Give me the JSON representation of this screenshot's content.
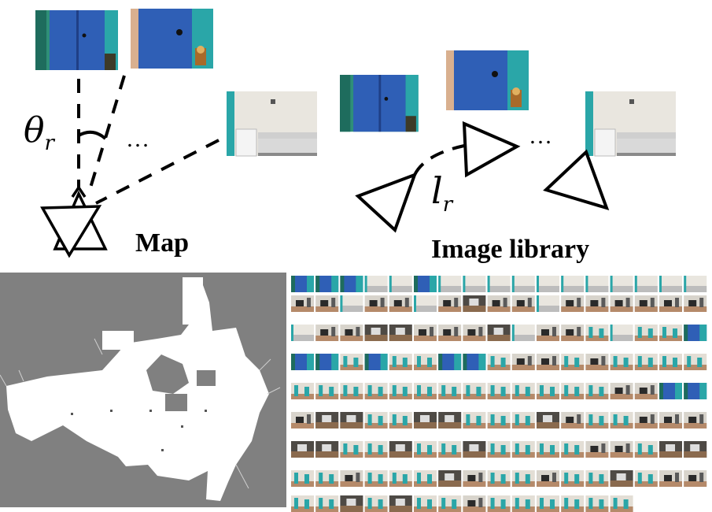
{
  "labels": {
    "map": "Map",
    "image_library": "Image library",
    "theta": "θ",
    "theta_sub": "r",
    "l": "l",
    "l_sub": "r",
    "ellipsis": "…"
  },
  "palette": {
    "door_blue": "#2f5fb6",
    "door_dark": "#1f3f86",
    "teal": "#2aa6a8",
    "wall": "#e9e6df",
    "floor": "#b58a6a",
    "map_bg": "#808080",
    "map_free": "#ffffff"
  },
  "icons": [
    "robot-pose-icon",
    "camera-pose-icon"
  ]
}
